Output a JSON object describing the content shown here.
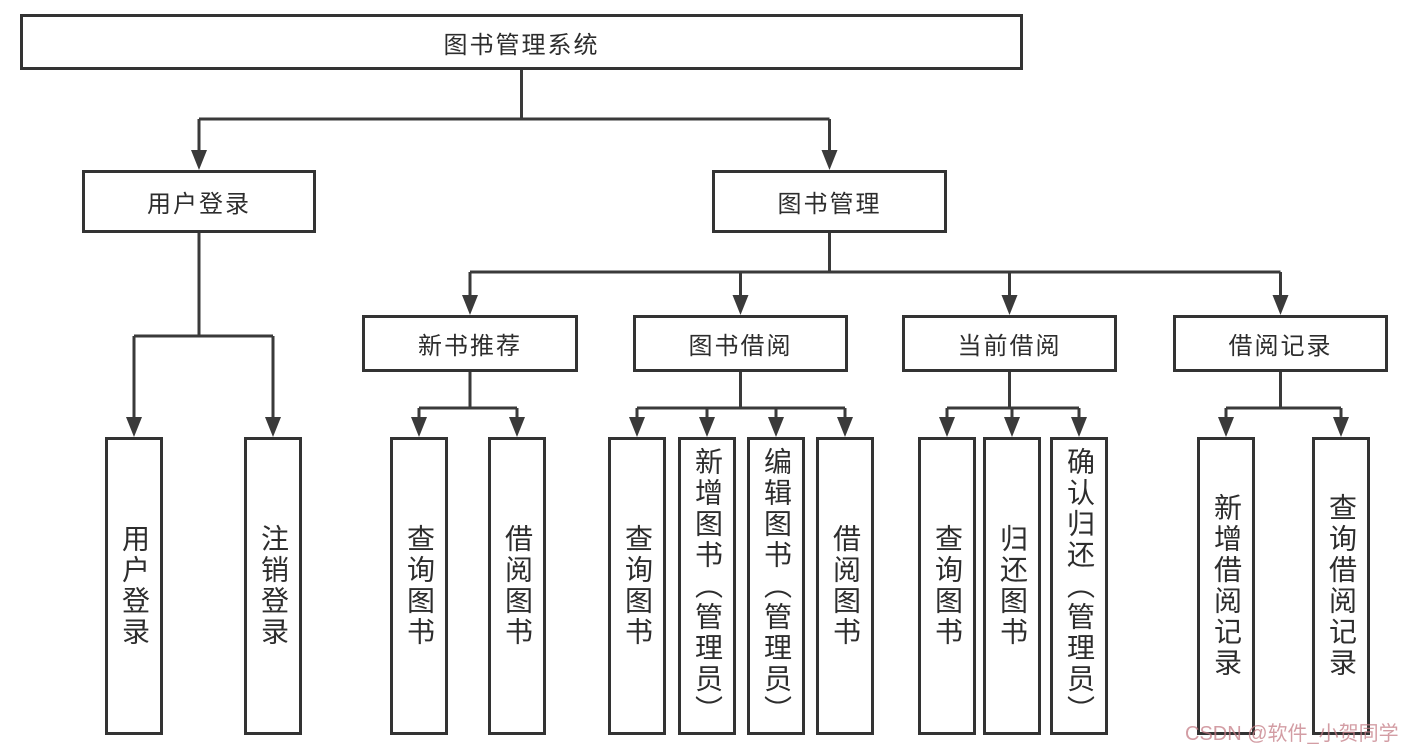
{
  "colors": {
    "line": "#3a3a3a",
    "box_border": "#333333",
    "box_background": "#ffffff",
    "text": "#2d2d2d",
    "watermark": "#c47c86"
  },
  "diagram": {
    "root": {
      "label": "图书管理系统"
    },
    "branches": [
      {
        "label": "用户登录",
        "children": [
          {
            "label": "用户登录"
          },
          {
            "label": "注销登录"
          }
        ]
      },
      {
        "label": "图书管理",
        "groups": [
          {
            "label": "新书推荐",
            "children": [
              {
                "label": "查询图书"
              },
              {
                "label": "借阅图书"
              }
            ]
          },
          {
            "label": "图书借阅",
            "children": [
              {
                "label": "查询图书"
              },
              {
                "label": "新增图书（管理员）"
              },
              {
                "label": "编辑图书（管理员）"
              },
              {
                "label": "借阅图书"
              }
            ]
          },
          {
            "label": "当前借阅",
            "children": [
              {
                "label": "查询图书"
              },
              {
                "label": "归还图书"
              },
              {
                "label": "确认归还（管理员）"
              }
            ]
          },
          {
            "label": "借阅记录",
            "children": [
              {
                "label": "新增借阅记录"
              },
              {
                "label": "查询借阅记录"
              }
            ]
          }
        ]
      }
    ]
  },
  "watermark": {
    "text": "CSDN @软件_小贺同学"
  }
}
